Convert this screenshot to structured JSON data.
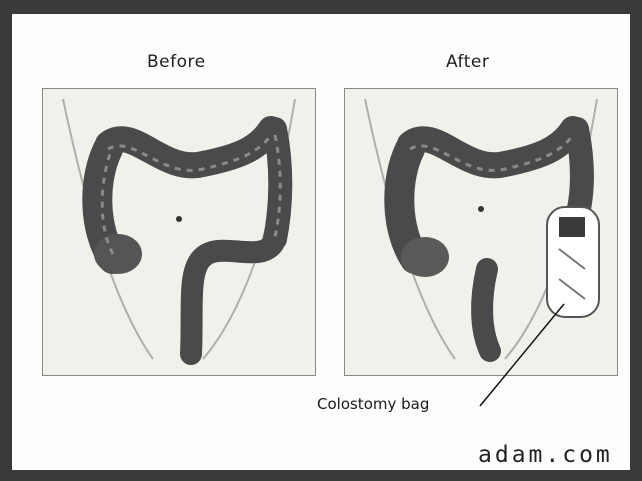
{
  "panels": {
    "before_label": "Before",
    "after_label": "After"
  },
  "callout": {
    "label": "Colostomy bag"
  },
  "logo": {
    "text": "adam.com"
  },
  "colors": {
    "frame": "#3a3a3a",
    "colon": "#4a4a4a",
    "colon_highlight": "#8a8a8a",
    "background": "#fdfdfb"
  }
}
